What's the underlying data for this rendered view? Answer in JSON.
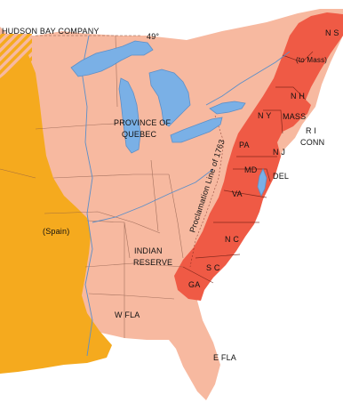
{
  "colors": {
    "indian_reserve": "#f7b9a0",
    "colonies": "#ef5a45",
    "spain": "#f5aa1e",
    "water": "#7ab0e6",
    "background": "#ffffff"
  },
  "labels": {
    "hudson_bay": "HUDSON  BAY COMPANY",
    "parallel": "49°",
    "province_quebec_1": "PROVINCE OF",
    "province_quebec_2": "QUEBEC",
    "proclamation_line": "Proclamation Line of 1763",
    "indian_reserve_1": "INDIAN",
    "indian_reserve_2": "RESERVE",
    "spain": "(Spain)",
    "west_florida": "W FLA",
    "east_florida": "E FLA",
    "to_mass": "(to Mass)",
    "ns": "N  S",
    "nh": "N  H",
    "ny": "N  Y",
    "mass": "MASS",
    "ri": "R  I",
    "conn": "CONN",
    "nj": "N  J",
    "pa": "PA",
    "md": "MD",
    "del": "DEL",
    "va": "VA",
    "nc": "N  C",
    "sc": "S  C",
    "ga": "GA"
  }
}
